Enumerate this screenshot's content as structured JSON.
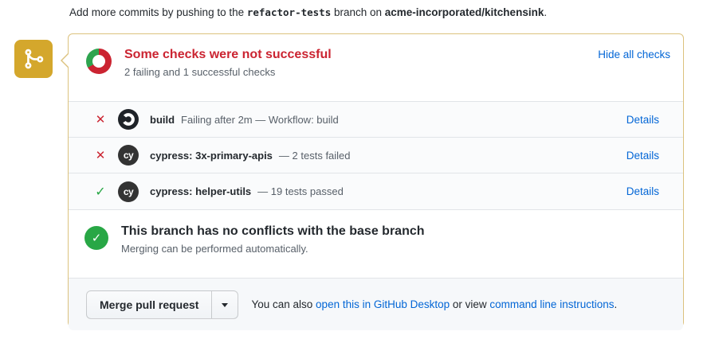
{
  "intro": {
    "prefix": "Add more commits by pushing to the ",
    "branch": "refactor-tests",
    "middle": " branch on ",
    "repo": "acme-incorporated/kitchensink",
    "suffix": "."
  },
  "checks": {
    "title": "Some checks were not successful",
    "subtitle": "2 failing and 1 successful checks",
    "hide_link": "Hide all checks",
    "rows": [
      {
        "status": "fail",
        "name": "build",
        "description": "Failing after 2m — Workflow: build",
        "details_label": "Details"
      },
      {
        "status": "fail",
        "name": "cypress: 3x-primary-apis",
        "description": "— 2 tests failed",
        "details_label": "Details"
      },
      {
        "status": "pass",
        "name": "cypress: helper-utils",
        "description": "— 19 tests passed",
        "details_label": "Details"
      }
    ]
  },
  "conflict": {
    "title": "This branch has no conflicts with the base branch",
    "subtitle": "Merging can be performed automatically."
  },
  "merge": {
    "button_label": "Merge pull request",
    "caption_prefix": "You can also ",
    "desktop_link": "open this in GitHub Desktop",
    "caption_middle": " or view ",
    "cli_link": "command line instructions",
    "caption_suffix": "."
  },
  "icons": {
    "fail_glyph": "✕",
    "pass_glyph": "✓",
    "cypress_logo": "cy",
    "git_merge_badge": "git-merge-icon",
    "checks_donut": "donut two-thirds red one-third green"
  },
  "colors": {
    "badge_yellow": "#d4a72c",
    "attention_border": "#dcc27e",
    "danger": "#cb2431",
    "success": "#28a745",
    "link": "#0366d6",
    "muted_text": "#586069",
    "row_bg": "#fafbfc"
  }
}
